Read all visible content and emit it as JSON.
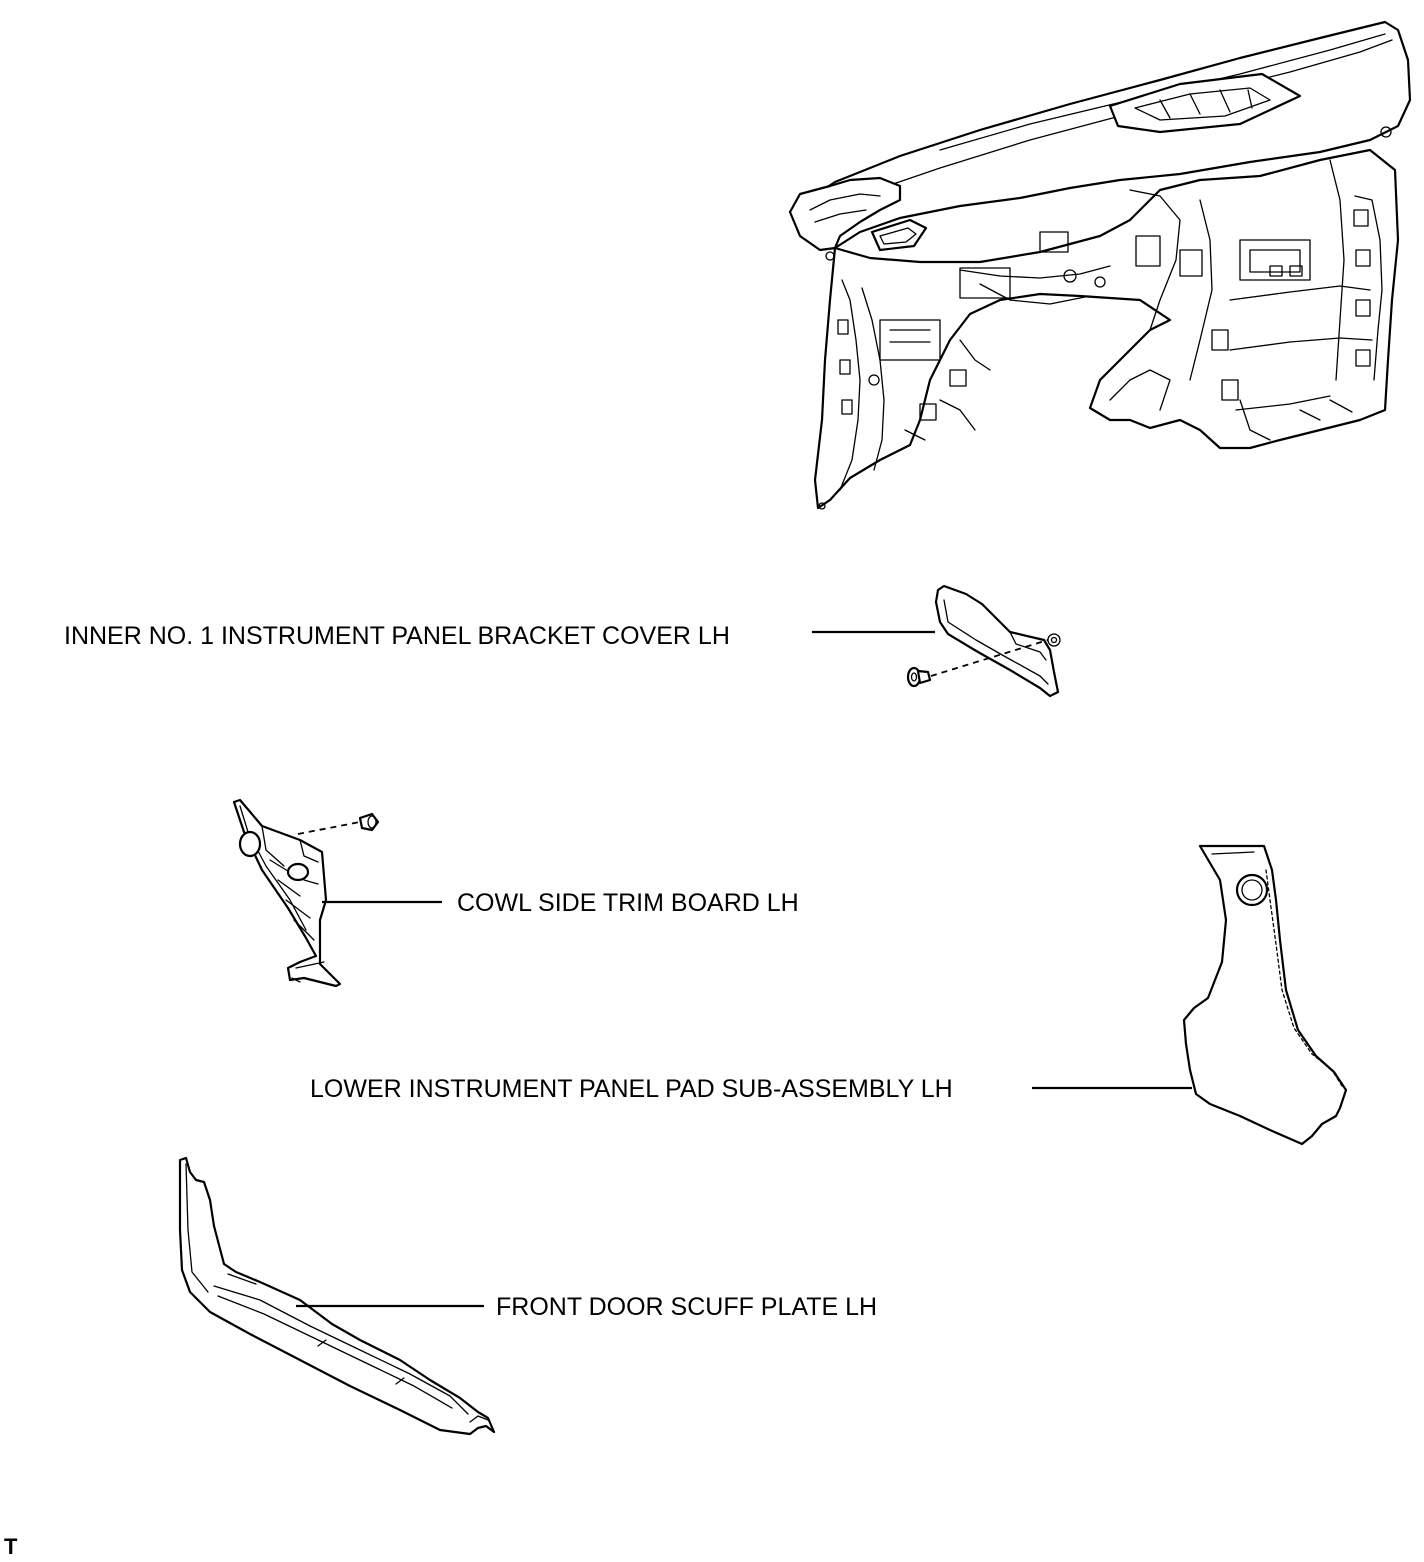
{
  "labels": {
    "bracket_cover": "INNER NO. 1 INSTRUMENT PANEL BRACKET COVER LH",
    "cowl_side_trim": "COWL SIDE TRIM BOARD LH",
    "lower_panel_pad": "LOWER INSTRUMENT PANEL PAD SUB-ASSEMBLY LH",
    "scuff_plate": "FRONT DOOR SCUFF PLATE LH"
  },
  "corner_mark": "T",
  "colors": {
    "line": "#000000",
    "background": "#ffffff"
  }
}
